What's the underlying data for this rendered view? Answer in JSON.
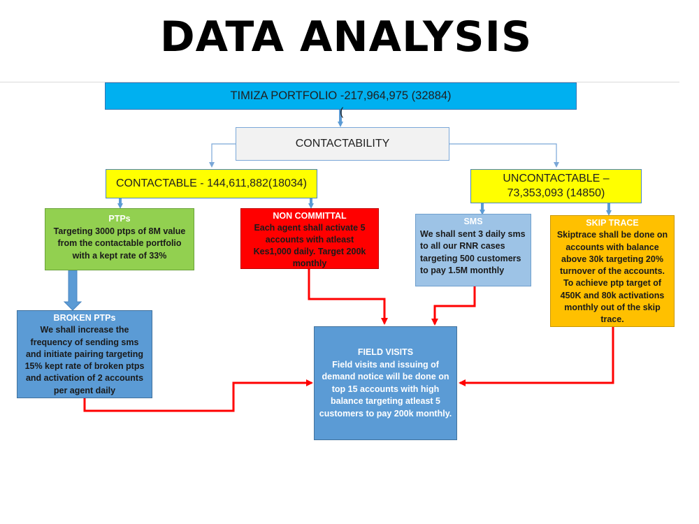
{
  "title": "DATA ANALYSIS",
  "colors": {
    "cyan": "#00b0f0",
    "grey_box": "#f2f2f2",
    "yellow": "#ffff00",
    "green": "#92d050",
    "red": "#ff0000",
    "light_blue": "#9dc3e6",
    "orange": "#ffc000",
    "mid_blue": "#5b9bd5",
    "arrow_blue": "#5b9bd5",
    "arrow_red": "#ff0000"
  },
  "nodes": {
    "portfolio": {
      "text": "TIMIZA PORTFOLIO -217,964,975 (32884)",
      "stray_mark": "("
    },
    "contactability": {
      "text": "CONTACTABILITY"
    },
    "contactable": {
      "text": "CONTACTABLE - 144,611,882(18034)"
    },
    "uncontactable": {
      "line1": "UNCONTACTABLE –",
      "line2": "73,353,093 (14850)"
    },
    "ptps": {
      "heading": "PTPs",
      "body": "Targeting 3000 ptps of 8M value from the contactable portfolio with a kept rate of 33%"
    },
    "non_committal": {
      "heading": "NON COMMITTAL",
      "body": "Each agent shall activate 5 accounts with atleast Kes1,000 daily. Target 200k monthly"
    },
    "sms": {
      "heading": "SMS",
      "body": "We shall sent 3 daily sms to all our RNR cases targeting 500 customers to pay 1.5M monthly"
    },
    "skip_trace": {
      "heading": "SKIP TRACE",
      "body": "Skiptrace shall be done on accounts with balance above 30k targeting 20% turnover of the accounts. To achieve ptp target of 450K and 80k activations monthly out of the skip trace."
    },
    "broken_ptps": {
      "heading": "BROKEN PTPs",
      "body": "We shall increase the frequency of sending sms and initiate pairing targeting 15% kept rate of broken ptps and activation of 2 accounts per agent daily"
    },
    "field_visits": {
      "heading": "FIELD VISITS",
      "body": "Field visits and issuing of demand notice will be done on top 15 accounts with high balance targeting atleast 5 customers to pay 200k monthly."
    }
  }
}
